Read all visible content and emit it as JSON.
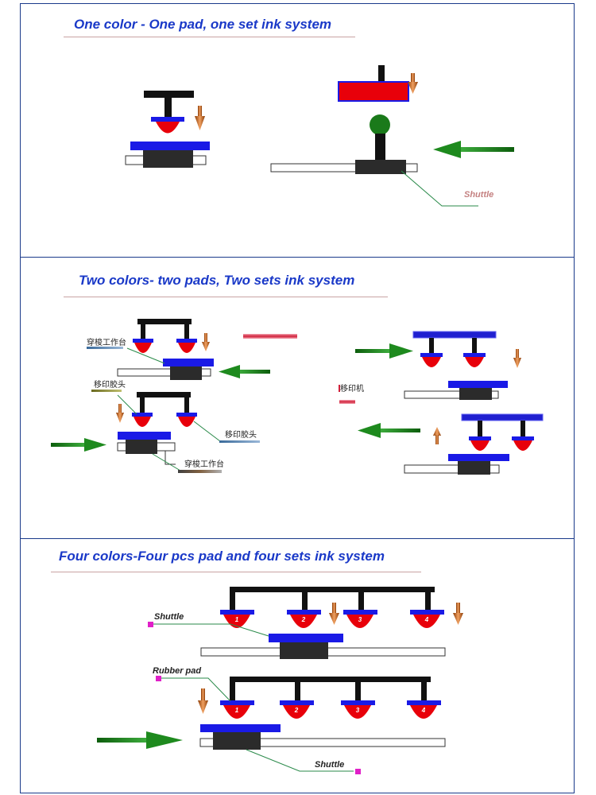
{
  "panels": [
    {
      "title": "One color - One pad, one set ink system",
      "labels": {
        "shuttle": "Shuttle"
      }
    },
    {
      "title": "Two colors- two pads, Two sets ink system",
      "labels": {
        "worktable_top": "穿梭工作台",
        "pad_head_left": "移印胶头",
        "pad_head_right": "移印胶头",
        "worktable_bottom": "穿梭工作台",
        "printer": "移印机"
      }
    },
    {
      "title": "Four colors-Four pcs pad and four sets ink system",
      "labels": {
        "shuttle_top": "Shuttle",
        "rubber_pad": "Rubber pad",
        "shuttle_bottom": "Shuttle"
      },
      "pad_numbers": [
        "1",
        "2",
        "3",
        "4"
      ]
    }
  ],
  "colors": {
    "border": "#1a3a8a",
    "title": "#1a39c8",
    "pad_blue": "#1a1ae6",
    "pad_red": "#e8000a",
    "frame_black": "#111111",
    "shuttle_dark": "#2b2b2b",
    "arrow_green": "#1e8a1e",
    "arrow_orange": "#c8651a",
    "ink_ball": "#1a7a1a",
    "label_pink": "#c48080",
    "marker_magenta": "#e020c8"
  }
}
